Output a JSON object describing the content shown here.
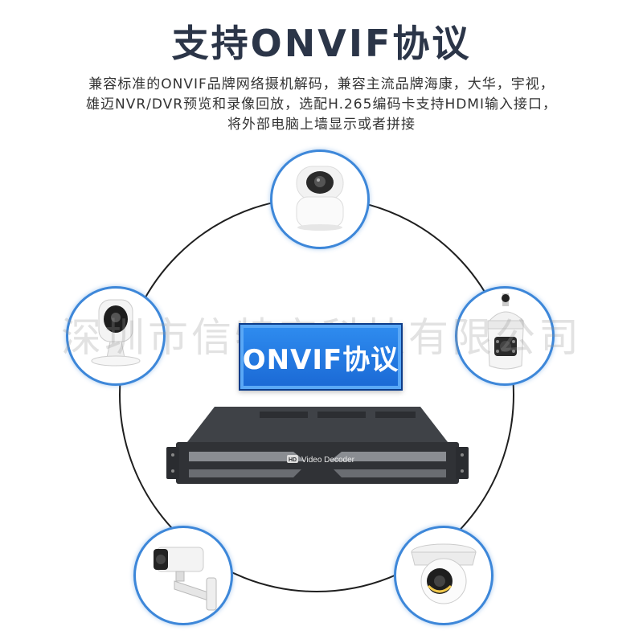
{
  "header": {
    "title": "支持ONVIF协议",
    "lines": [
      "兼容标准的ONVIF品牌网络摄机解码，兼容主流品牌海康，大华，宇视，",
      "雄迈NVR/DVR预览和录像回放，选配H.265编码卡支持HDMI输入接口，",
      "将外部电脑上墙显示或者拼接"
    ]
  },
  "center": {
    "badge_label": "ONVIF协议",
    "device_label": "Video Decoder",
    "device_logo": "HD"
  },
  "watermark": "深圳市信特安科技有限公司",
  "colors": {
    "title": "#2b3548",
    "accent": "#3d87d9",
    "badge": "#2f8df0",
    "device": "#3a3d42"
  },
  "cameras": [
    {
      "position": "top",
      "icon": "ptz-dome-camera-icon"
    },
    {
      "position": "left",
      "icon": "cube-camera-icon"
    },
    {
      "position": "right",
      "icon": "speed-dome-camera-icon"
    },
    {
      "position": "bottom-left",
      "icon": "bullet-camera-icon"
    },
    {
      "position": "bottom-right",
      "icon": "turret-dome-camera-icon"
    }
  ]
}
